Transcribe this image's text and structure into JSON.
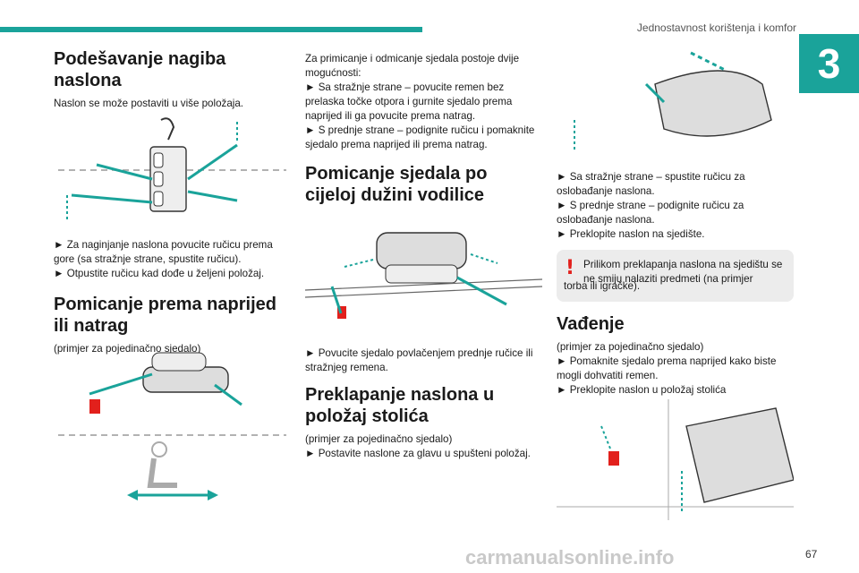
{
  "header": {
    "title": "Jednostavnost korištenja i komfor",
    "chapter": "3"
  },
  "col1": {
    "h1": "Podešavanje nagiba naslona",
    "p1": "Naslon se može postaviti u više položaja.",
    "p2a": "► Za naginjanje naslona povucite ručicu prema gore (sa stražnje strane, spustite ručicu).",
    "p2b": "► Otpustite ručicu kad dođe u željeni položaj.",
    "h2": "Pomicanje prema naprijed ili natrag",
    "p3": "(primjer za pojedinačno sjedalo)"
  },
  "col2": {
    "p1": "Za primicanje i odmicanje sjedala postoje dvije mogućnosti:",
    "p2": "► Sa stražnje strane – povucite remen bez prelaska točke otpora i gurnite sjedalo prema naprijed ili ga povucite prema natrag.",
    "p3": "► S prednje strane – podignite ručicu i pomaknite sjedalo prema naprijed ili prema natrag.",
    "h1": "Pomicanje sjedala po cijeloj dužini vodilice",
    "p4": "► Povucite sjedalo povlačenjem prednje ručice ili stražnjeg remena.",
    "h2": "Preklapanje naslona u položaj stolića",
    "p5": "(primjer za pojedinačno sjedalo)",
    "p6": "► Postavite naslone za glavu u spušteni položaj."
  },
  "col3": {
    "p1": "► Sa stražnje strane – spustite ručicu za oslobađanje naslona.",
    "p2": "► S prednje strane – podignite ručicu za oslobađanje naslona.",
    "p3": "► Preklopite naslon na sjedište.",
    "warn1": "Prilikom preklapanja naslona na sjedištu se ne smiju nalaziti predmeti (na primjer",
    "warn2": "torba ili igračke).",
    "h1": "Vađenje",
    "p4": "(primjer za pojedinačno sjedalo)",
    "p5": "► Pomaknite sjedalo prema naprijed kako biste mogli dohvatiti remen.",
    "p6": "► Preklopite naslon u položaj stolića"
  },
  "page_number": "67",
  "footer": "carmanualsonline.info",
  "colors": {
    "accent": "#1aa39a",
    "warning": "#e2201c"
  }
}
